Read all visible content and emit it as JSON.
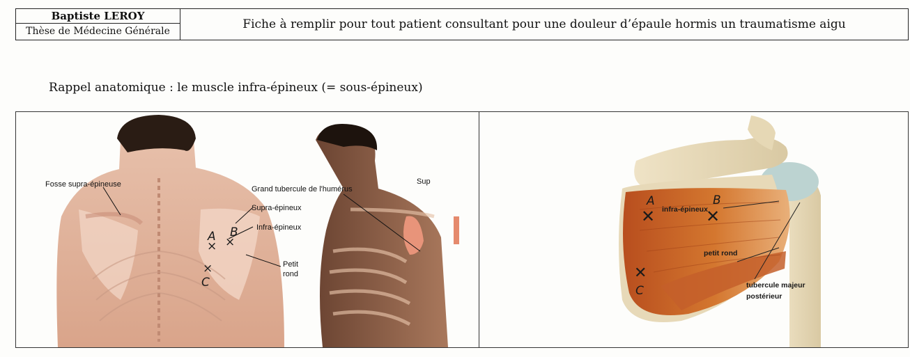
{
  "header": {
    "author": "Baptiste LEROY",
    "thesis": "Thèse de Médecine Générale",
    "title": "Fiche à remplir pour tout patient consultant pour une douleur d’épaule hormis un traumatisme aigu"
  },
  "reminder": "Rappel anatomique : le muscle infra-épineux (= sous-épineux)",
  "left_figure": {
    "labels": {
      "fosse": "Fosse supra-épineuse",
      "grand_tubercule": "Grand tubercule de l'humérus",
      "supra": "Supra-épineux",
      "infra": "Infra-épineux",
      "petit_rond_1": "Petit",
      "petit_rond_2": "rond",
      "cropped": "Sup"
    },
    "marks": {
      "a": "A",
      "b": "B",
      "c": "C",
      "x": "×"
    }
  },
  "right_figure": {
    "labels": {
      "infra": "infra-épineux",
      "petit_rond": "petit rond",
      "tubercule_1": "tubercule majeur",
      "tubercule_2": "postérieur"
    },
    "marks": {
      "a": "A",
      "b": "B",
      "c": "C",
      "x": "✕"
    }
  }
}
